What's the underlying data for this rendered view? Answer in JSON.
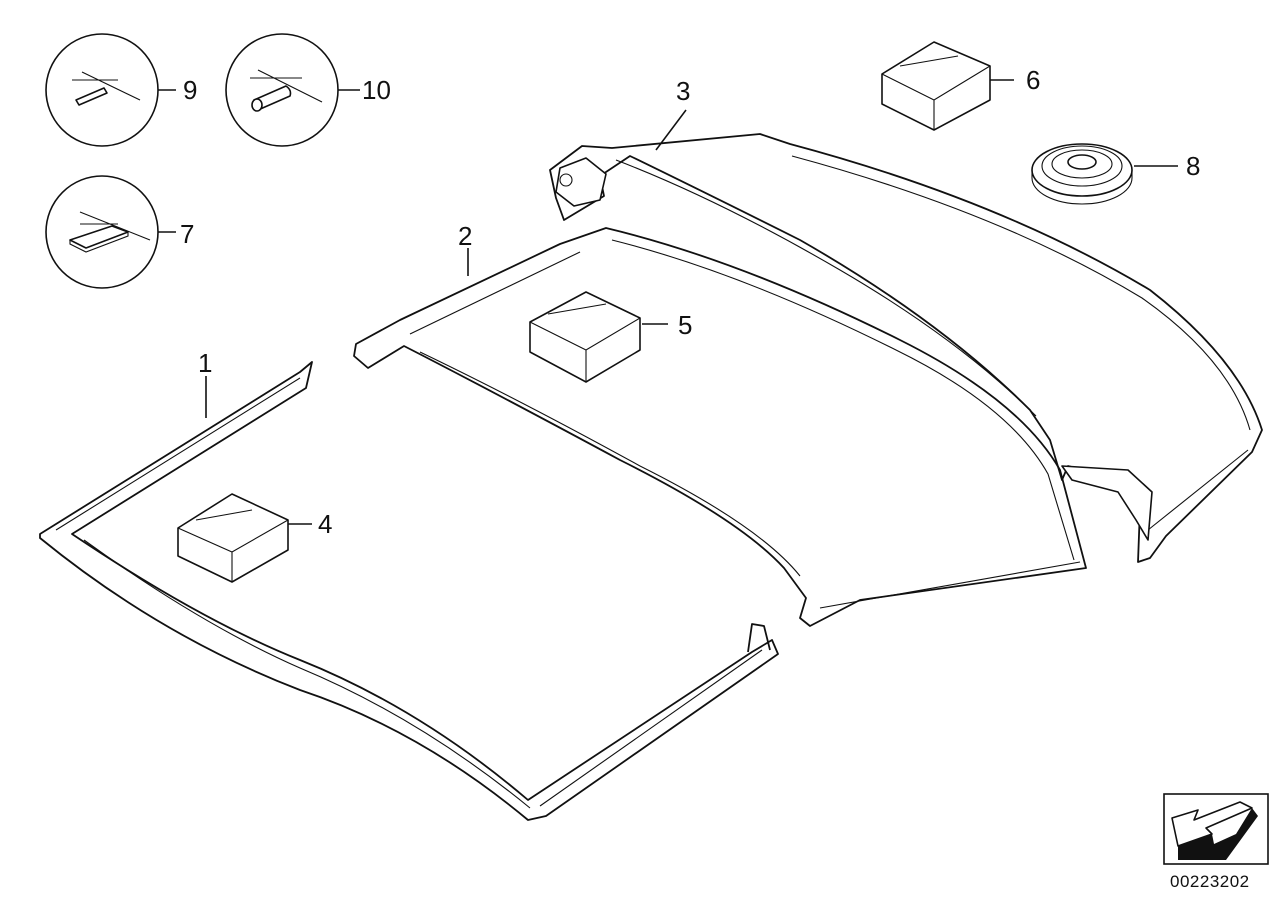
{
  "callouts": [
    {
      "id": "1",
      "label": "1"
    },
    {
      "id": "2",
      "label": "2"
    },
    {
      "id": "3",
      "label": "3"
    },
    {
      "id": "4",
      "label": "4"
    },
    {
      "id": "5",
      "label": "5"
    },
    {
      "id": "6",
      "label": "6"
    },
    {
      "id": "7",
      "label": "7"
    },
    {
      "id": "8",
      "label": "8"
    },
    {
      "id": "9",
      "label": "9"
    },
    {
      "id": "10",
      "label": "10"
    }
  ],
  "document_number": "00223202",
  "icons": {
    "orientation": "direction-arrow-icon"
  }
}
